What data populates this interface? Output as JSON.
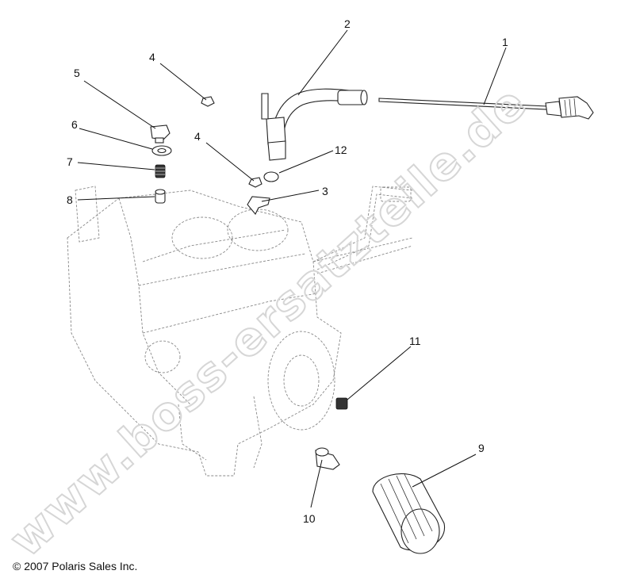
{
  "watermark": "www.boss-ersatzteile.de",
  "copyright": "© 2007 Polaris Sales Inc.",
  "callouts": {
    "c1": "1",
    "c2": "2",
    "c3": "3",
    "c4a": "4",
    "c4b": "4",
    "c5": "5",
    "c6": "6",
    "c7": "7",
    "c8": "8",
    "c9": "9",
    "c10": "10",
    "c11": "11",
    "c12": "12"
  }
}
